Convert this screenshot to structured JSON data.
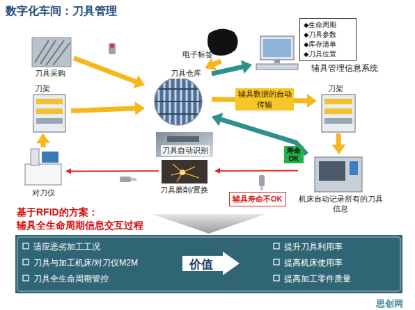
{
  "diagram": {
    "title": "数字化车间：刀具管理",
    "nodes": [
      {
        "text": [
          "刀具采购"
        ]
      },
      {
        "text": [
          "电子标签"
        ]
      },
      {
        "text": [
          "刀具仓库"
        ]
      },
      {
        "text": [
          "辅具管理信息系统"
        ]
      },
      {
        "text": [
          "◆生命周期",
          "◆刀具参数",
          "◆库存清单",
          "◆刀具位置"
        ]
      },
      {
        "text": [
          "刀架"
        ]
      },
      {
        "text": [
          "刀架"
        ]
      },
      {
        "text": [
          "机床自动记录所有的刀具信息"
        ]
      },
      {
        "text": [
          "刀具自动识别"
        ]
      },
      {
        "text": [
          "刀具磨削/置换"
        ]
      },
      {
        "text": [
          "对刀仪"
        ]
      },
      {
        "text": [
          "适应恶劣加工工况",
          "刀具与加工机床/对刀仪M2M",
          "刀具全生命周期管控",
          "提升刀具利用率",
          "提高机床使用率",
          "提高加工零件质量"
        ]
      },
      {
        "text": [
          "价值"
        ],
        "in": 11
      }
    ],
    "edges": [
      {
        "from": 0,
        "to": 2,
        "arrow": "to"
      },
      {
        "from": 1,
        "to": 2,
        "arrow": "to"
      },
      {
        "from": 5,
        "to": 2,
        "arrow": "to"
      },
      {
        "from": 2,
        "to": 6,
        "arrow": "to",
        "label": "辅具数据的自动传输"
      },
      {
        "from": 2,
        "to": 3,
        "arrow": "to"
      },
      {
        "from": 6,
        "to": 7,
        "arrow": "to"
      },
      {
        "from": 7,
        "to": 2,
        "arrow": "to",
        "label": "寿命 OK"
      },
      {
        "from": 7,
        "to": 9,
        "arrow": "to",
        "label": "辅具寿命不OK"
      },
      {
        "from": 9,
        "to": 10,
        "arrow": "to"
      },
      {
        "from": 10,
        "to": 5,
        "arrow": "to"
      }
    ],
    "labels": [
      "基于RFID的方案：",
      "辅具全生命周期信息交互过程",
      "思创网"
    ]
  }
}
